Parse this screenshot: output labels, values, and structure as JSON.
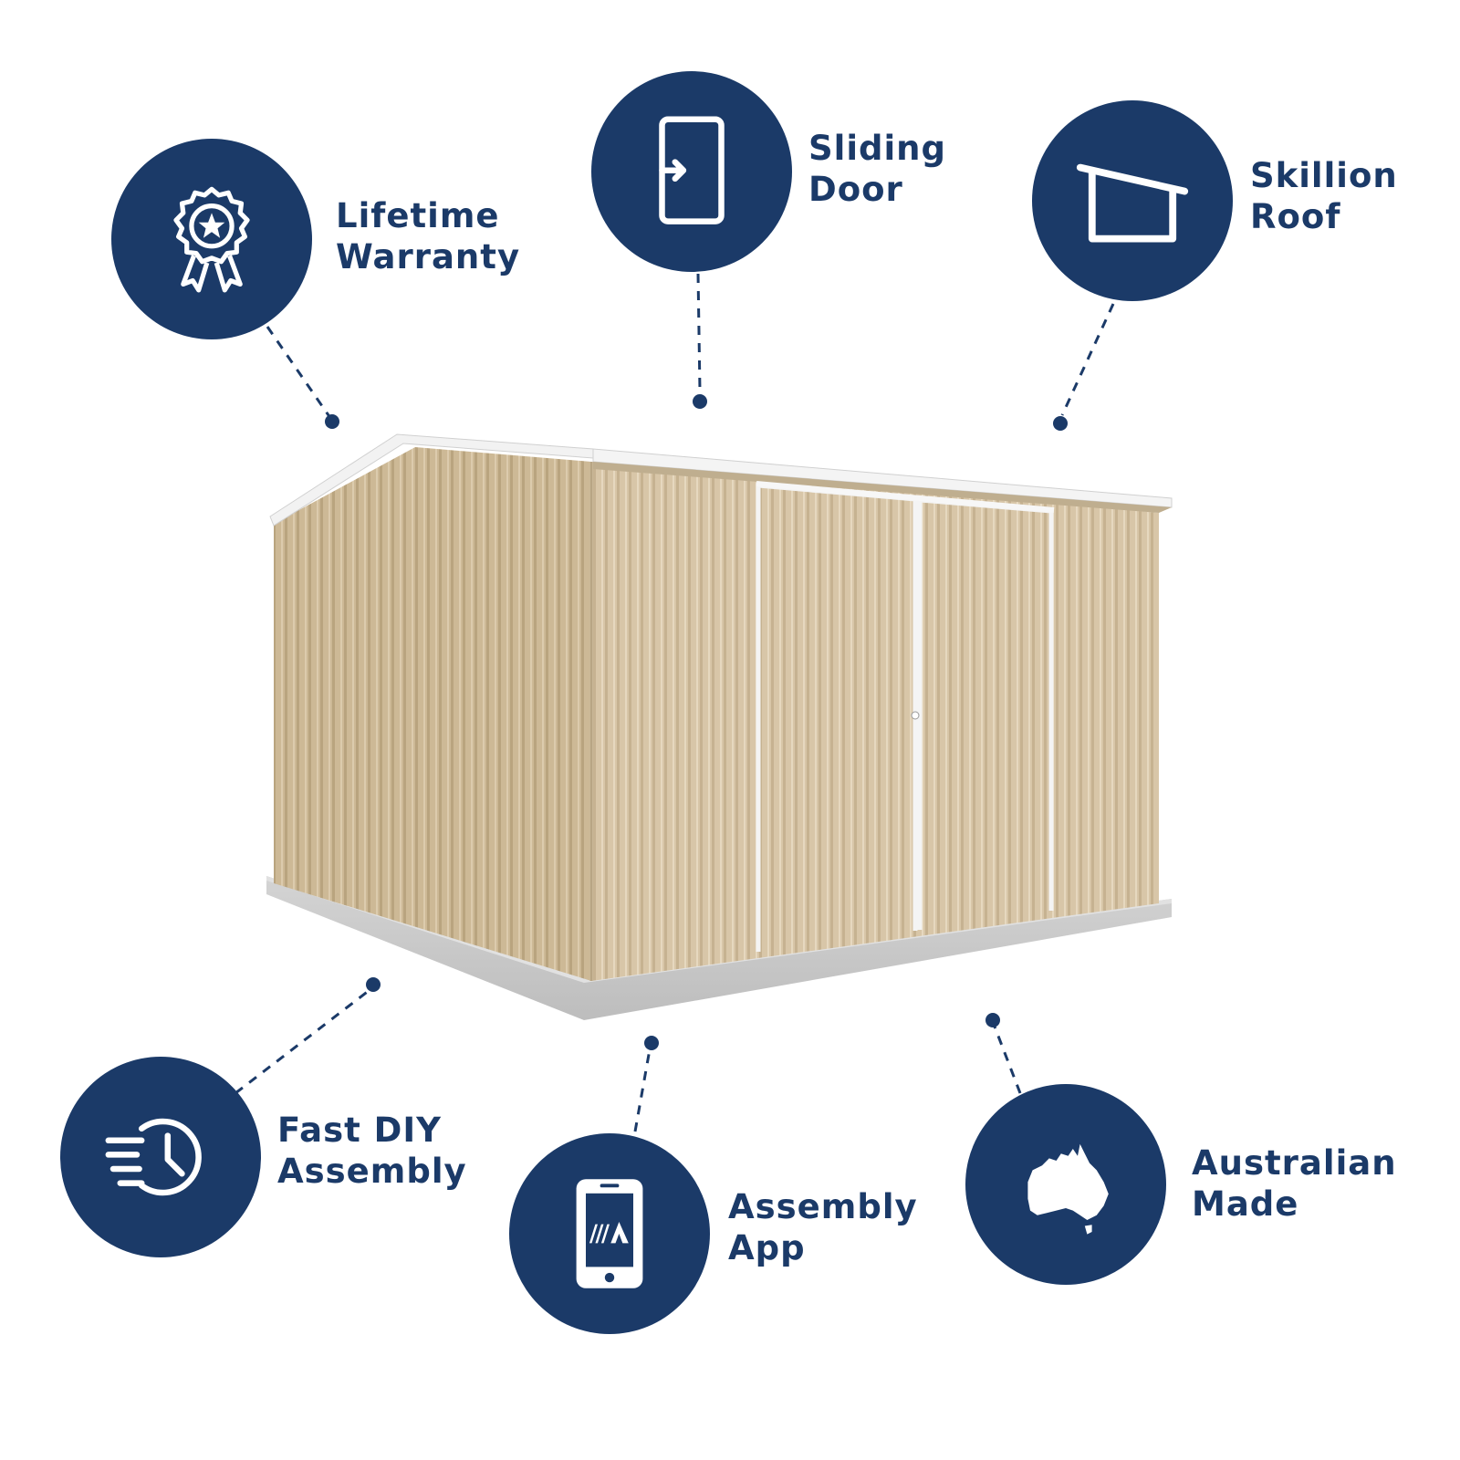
{
  "colors": {
    "navy": "#1b3a68",
    "shed_wall": "#d7c4a7",
    "shed_wall_shadow": "#c4b08f",
    "trim": "#f4f4f4",
    "slab": "#c9c9c9"
  },
  "features": [
    {
      "id": "warranty",
      "icon": "award-ribbon-star-icon",
      "line1": "Lifetime",
      "line2": "Warranty"
    },
    {
      "id": "door",
      "icon": "sliding-door-icon",
      "line1": "Sliding",
      "line2": "Door"
    },
    {
      "id": "roof",
      "icon": "skillion-roof-icon",
      "line1": "Skillion",
      "line2": "Roof"
    },
    {
      "id": "diy",
      "icon": "fast-clock-icon",
      "line1": "Fast  DIY",
      "line2": "Assembly"
    },
    {
      "id": "app",
      "icon": "smartphone-app-icon",
      "line1": "Assembly",
      "line2": "App"
    },
    {
      "id": "made",
      "icon": "australia-map-icon",
      "line1": "Australian",
      "line2": "Made"
    }
  ]
}
